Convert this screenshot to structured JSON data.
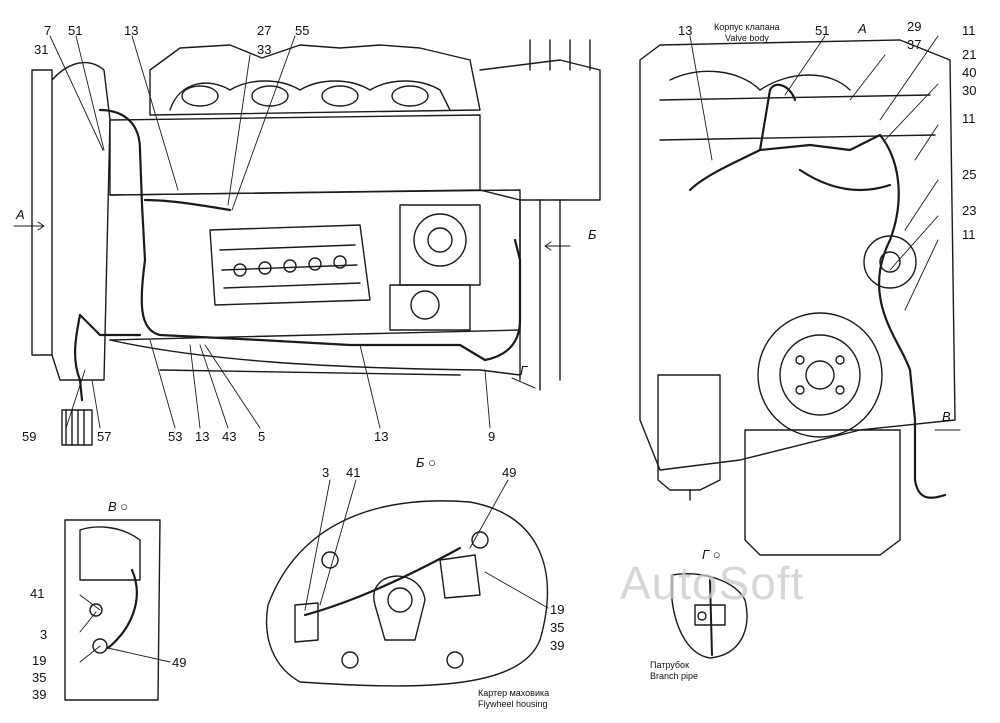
{
  "callouts_main": [
    "7",
    "31",
    "51",
    "13",
    "27",
    "33",
    "55",
    "59",
    "57",
    "53",
    "13",
    "43",
    "5",
    "13",
    "9"
  ],
  "callouts_right": [
    "13",
    "51",
    "29",
    "37",
    "11",
    "21",
    "40",
    "30",
    "11",
    "25",
    "23",
    "11"
  ],
  "view_letters": {
    "a_main": "А",
    "a_right": "А",
    "b_main": "Б",
    "g_main": "Г",
    "v_right": "В"
  },
  "captions": {
    "valve_body_ru": "Корпус клапана",
    "valve_body_en": "Valve body",
    "flywheel_ru": "Картер маховика",
    "flywheel_en": "Flywheel housing",
    "branch_ru": "Патрубок",
    "branch_en": "Branch pipe"
  },
  "detail_titles": {
    "b": "Б",
    "v": "В",
    "g": "Г"
  },
  "detail_b_callouts": [
    "3",
    "41",
    "49",
    "19",
    "35",
    "39"
  ],
  "detail_v_callouts": [
    "41",
    "3",
    "19",
    "35",
    "39",
    "49"
  ],
  "watermark": "AutoSoft"
}
